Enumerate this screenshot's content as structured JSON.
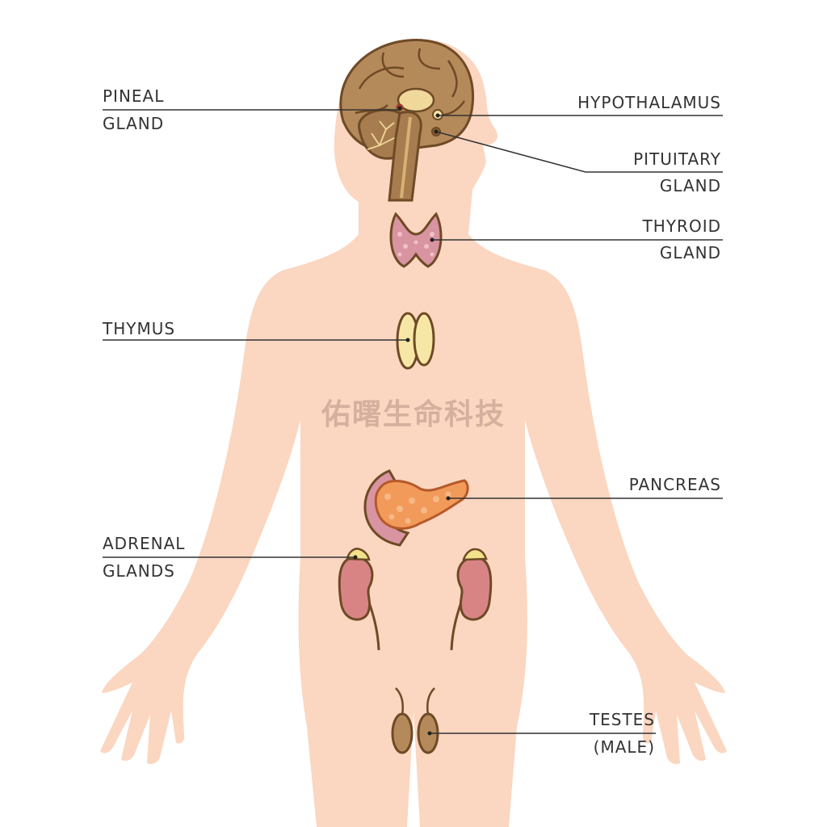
{
  "labels": {
    "pineal": [
      "PINEAL",
      "GLAND"
    ],
    "hypothalamus": [
      "HYPOTHALAMUS"
    ],
    "pituitary": [
      "PITUITARY",
      "GLAND"
    ],
    "thyroid": [
      "THYROID",
      "GLAND"
    ],
    "thymus": [
      "THYMUS"
    ],
    "pancreas": [
      "PANCREAS"
    ],
    "adrenal": [
      "ADRENAL",
      "GLANDS"
    ],
    "testes": [
      "TESTES",
      "(MALE)"
    ]
  },
  "watermark": "佑曙生命科技",
  "colors": {
    "skin": "#fbd6c0",
    "brain": "#b58a5a",
    "brain_dark": "#6e4a26",
    "thyroid": "#d894a0",
    "thymus": "#f7e7a6",
    "pancreas": "#f29a5a",
    "kidney": "#d88485",
    "adrenal": "#f2e28a",
    "testes": "#b58a5a",
    "line": "#333333"
  }
}
